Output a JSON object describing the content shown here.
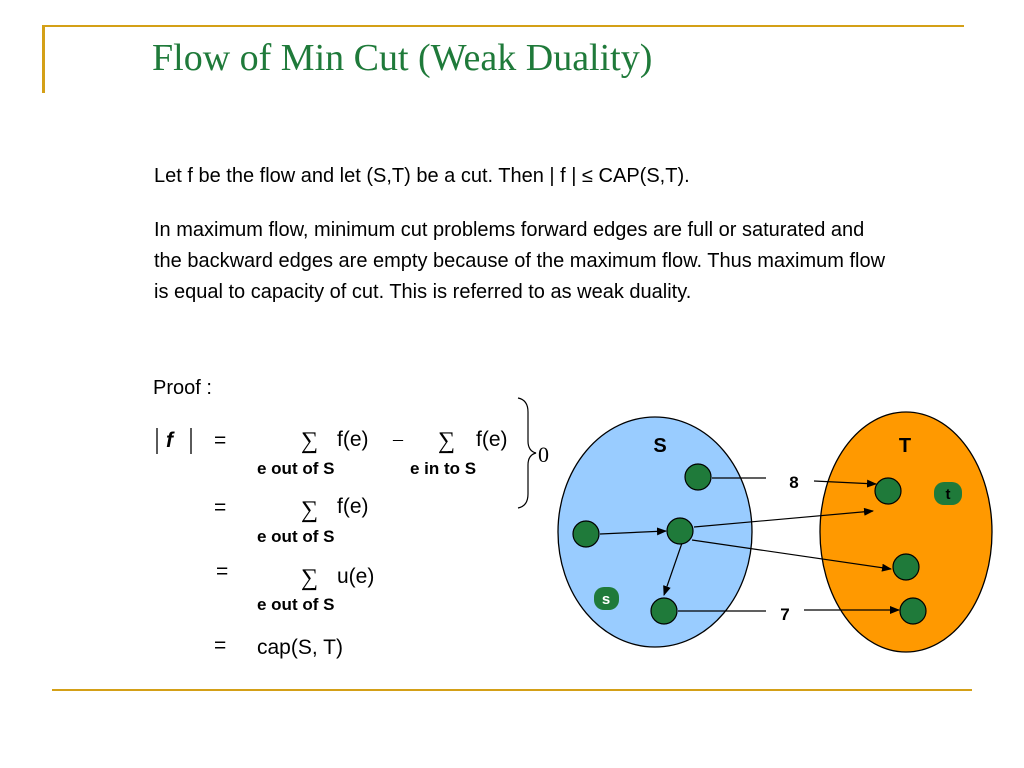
{
  "slide": {
    "title": "Flow of Min Cut (Weak Duality)",
    "statement": "Let f be the flow and let (S,T) be a cut. Then | f | ≤ CAP(S,T).",
    "explanation": "In maximum flow, minimum cut problems forward edges are full or saturated and the backward edges are empty because of the maximum flow. Thus maximum flow is equal to capacity of cut. This is referred to as weak duality.",
    "proof_label": "Proof :"
  },
  "equation": {
    "lhs": "f",
    "equals": "=",
    "sum_symbol": "∑",
    "minus": "–",
    "term_f": "f(e)",
    "term_u": "u(e)",
    "sub_out": "e out of S",
    "sub_in": "e in to S",
    "brace_value": "0",
    "final": "cap(S, T)"
  },
  "diagram": {
    "set_s_label": "S",
    "set_t_label": "T",
    "source_label": "s",
    "sink_label": "t",
    "edge_label_top": "8",
    "edge_label_bottom": "7"
  },
  "colors": {
    "title": "#1f7a3a",
    "rule": "#d4a017",
    "set_s_fill": "#99ccff",
    "set_t_fill": "#ff9900",
    "node_fill": "#1f7a3a"
  }
}
